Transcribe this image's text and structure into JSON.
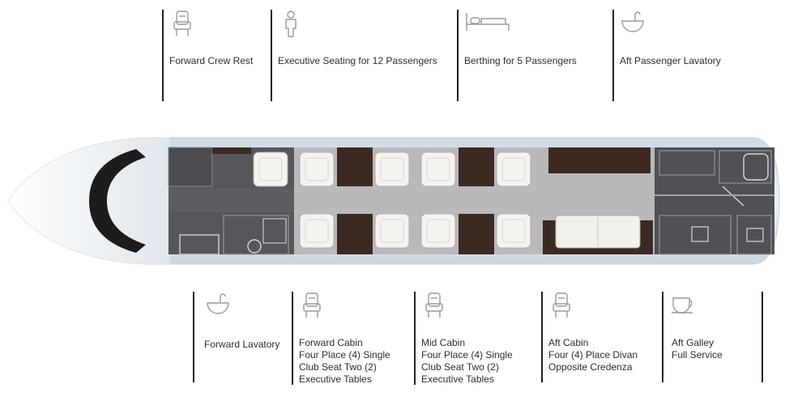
{
  "top_callouts": [
    {
      "label": "Forward Crew Rest",
      "icon": "seat-icon"
    },
    {
      "label": "Executive Seating for 12 Passengers",
      "icon": "person-icon"
    },
    {
      "label": "Berthing for 5 Passengers",
      "icon": "bed-icon"
    },
    {
      "label": "Aft Passenger Lavatory",
      "icon": "sink-icon"
    }
  ],
  "bottom_callouts": [
    {
      "icon": "sink-icon",
      "lines": [
        "Forward Lavatory"
      ]
    },
    {
      "icon": "seat-icon",
      "lines": [
        "Forward Cabin",
        "Four Place (4) Single",
        "Club Seat Two (2)",
        "Executive Tables"
      ]
    },
    {
      "icon": "seat-icon",
      "lines": [
        "Mid Cabin",
        "Four Place (4) Single",
        "Club Seat Two (2)",
        "Executive Tables"
      ]
    },
    {
      "icon": "seat-icon",
      "lines": [
        "Aft Cabin",
        "Four (4) Place Divan",
        "Opposite Credenza"
      ]
    },
    {
      "icon": "cup-icon",
      "lines": [
        "Aft Galley",
        "Full Service"
      ]
    }
  ],
  "colors": {
    "fuselage": "#e9eef2",
    "cabin_floor": "#b9b9bc",
    "galley": "#4f5154",
    "wood": "#3c2a22",
    "seat": "#f4f3ef",
    "windshield": "#1c1c1c"
  }
}
